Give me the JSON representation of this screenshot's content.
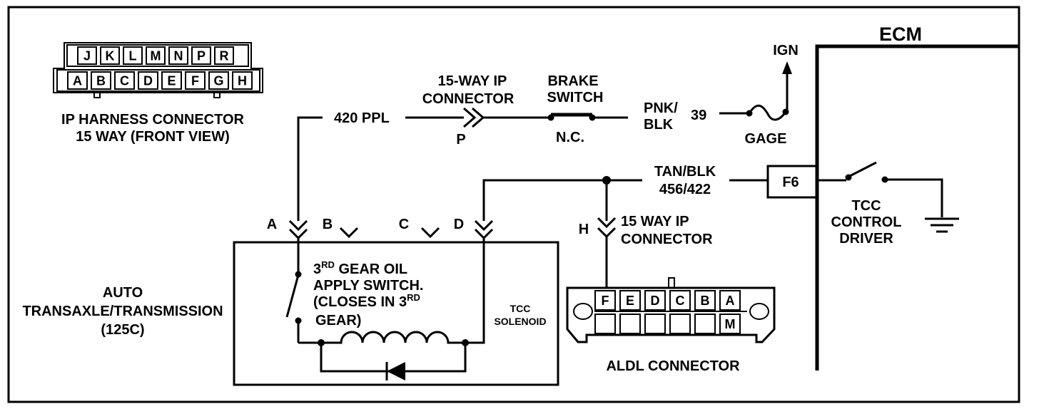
{
  "ecm": {
    "title": "ECM"
  },
  "ign": "IGN",
  "gage": "GAGE",
  "brake_switch": {
    "line1": "BRAKE",
    "line2": "SWITCH",
    "state": "N.C."
  },
  "ip_connector_top": {
    "line1": "15-WAY IP",
    "line2": "CONNECTOR",
    "pin": "P"
  },
  "wire_420": "420 PPL",
  "wire_pnk": {
    "line1": "PNK/",
    "line2": "BLK",
    "circuit": "39"
  },
  "wire_tan": {
    "line1": "TAN/BLK",
    "line2": "456/422"
  },
  "f6": "F6",
  "tcc_driver": {
    "line1": "TCC",
    "line2": "CONTROL",
    "line3": "DRIVER"
  },
  "ip_harness": {
    "line1": "IP HARNESS CONNECTOR",
    "line2": "15 WAY (FRONT VIEW)",
    "top_pins": [
      "J",
      "K",
      "L",
      "M",
      "N",
      "P",
      "R"
    ],
    "bottom_pins": [
      "A",
      "B",
      "C",
      "D",
      "E",
      "F",
      "G",
      "H"
    ]
  },
  "transaxle": {
    "line1": "AUTO",
    "line2": "TRANSAXLE/TRANSMISSION",
    "line3": "(125C)"
  },
  "terminals": {
    "a": "A",
    "b": "B",
    "c": "C",
    "d": "D",
    "h": "H"
  },
  "oil_switch": {
    "line1_pre": "3",
    "line1_sup": "RD",
    "line1_post": " GEAR OIL",
    "line2": "APPLY SWITCH.",
    "line3_pre": "(CLOSES IN 3",
    "line3_sup": "RD",
    "line4": "GEAR)"
  },
  "tcc_solenoid": {
    "line1": "TCC",
    "line2": "SOLENOID"
  },
  "ip_connector_h": {
    "line1": "15  WAY IP",
    "line2": "CONNECTOR"
  },
  "aldl": {
    "label": "ALDL CONNECTOR",
    "top_pins": [
      "F",
      "E",
      "D",
      "C",
      "B",
      "A"
    ],
    "bottom_pins": [
      "",
      "",
      "",
      "",
      "",
      "M"
    ]
  }
}
